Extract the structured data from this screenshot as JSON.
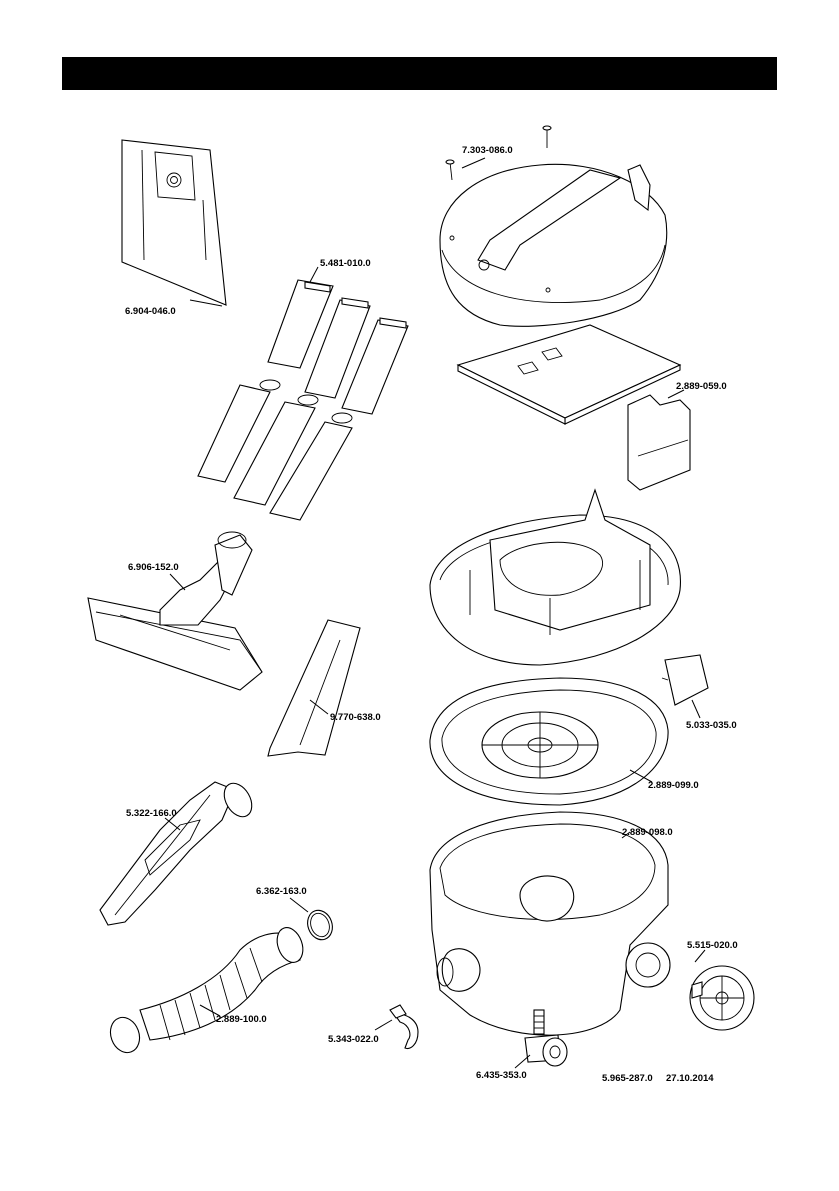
{
  "parts": [
    {
      "id": "p-6-904-046-0",
      "number": "6.904-046.0"
    },
    {
      "id": "p-5-481-010-0",
      "number": "5.481-010.0"
    },
    {
      "id": "p-7-303-086-0",
      "number": "7.303-086.0"
    },
    {
      "id": "p-2-889-059-0",
      "number": "2.889-059.0"
    },
    {
      "id": "p-6-906-152-0",
      "number": "6.906-152.0"
    },
    {
      "id": "p-9-770-638-0",
      "number": "9.770-638.0"
    },
    {
      "id": "p-5-033-035-0",
      "number": "5.033-035.0"
    },
    {
      "id": "p-2-889-099-0",
      "number": "2.889-099.0"
    },
    {
      "id": "p-5-322-166-0",
      "number": "5.322-166.0"
    },
    {
      "id": "p-2-889-098-0",
      "number": "2.889-098.0"
    },
    {
      "id": "p-6-362-163-0",
      "number": "6.362-163.0"
    },
    {
      "id": "p-5-515-020-0",
      "number": "5.515-020.0"
    },
    {
      "id": "p-2-889-100-0",
      "number": "2.889-100.0"
    },
    {
      "id": "p-5-343-022-0",
      "number": "5.343-022.0"
    },
    {
      "id": "p-6-435-353-0",
      "number": "6.435-353.0"
    }
  ],
  "footer": {
    "document_number": "5.965-287.0",
    "date": "27.10.2014"
  }
}
